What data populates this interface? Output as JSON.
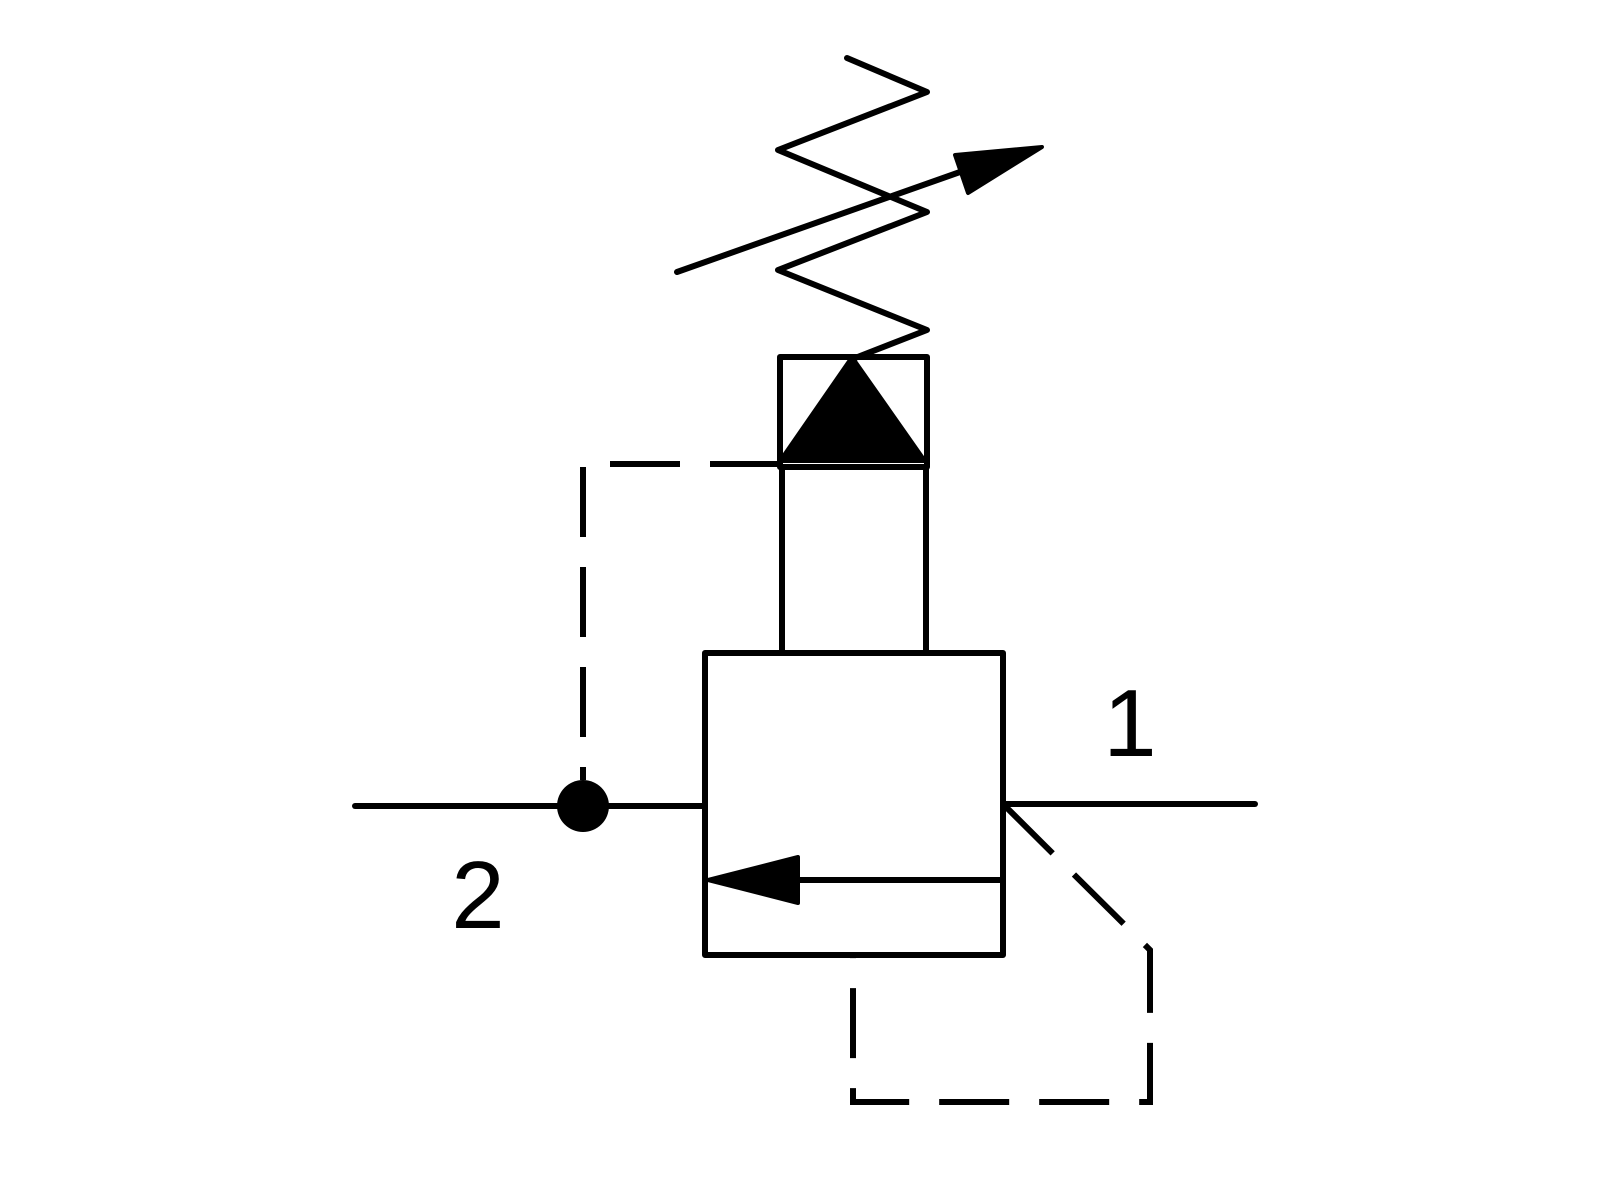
{
  "diagram": {
    "symbol": "hydraulic-pressure-valve",
    "colors": {
      "line": "#000000",
      "background": "#ffffff"
    },
    "ports": {
      "port_1": {
        "label": "1"
      },
      "port_2": {
        "label": "2"
      }
    }
  }
}
